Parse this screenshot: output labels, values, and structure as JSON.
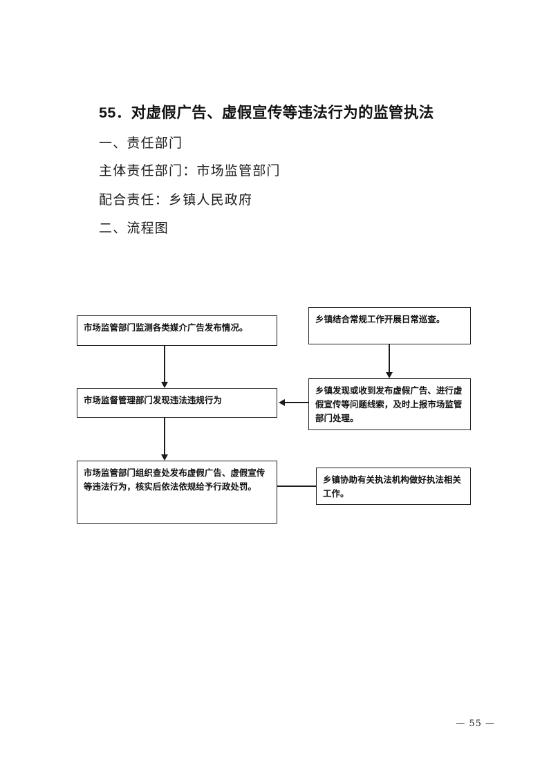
{
  "document": {
    "title": "55．对虚假广告、虚假宣传等违法行为的监管执法",
    "sections": [
      {
        "label": "一、责任部门"
      },
      {
        "label": "主体责任部门：市场监管部门"
      },
      {
        "label": "配合责任：乡镇人民政府"
      },
      {
        "label": "二、流程图"
      }
    ],
    "page_number": "— 55 —"
  },
  "flowchart": {
    "nodes": [
      {
        "id": "monitor",
        "text": "市场监管部门监测各类媒介广告发布情况。",
        "column": "left"
      },
      {
        "id": "patrol",
        "text": "乡镇结合常规工作开展日常巡查。",
        "column": "right"
      },
      {
        "id": "discover",
        "text": "市场监督管理部门发现违法违规行为",
        "column": "left"
      },
      {
        "id": "report",
        "text": "乡镇发现或收到发布虚假广告、进行虚假宣传等问题线索，及时上报市场监管部门处理。",
        "column": "right"
      },
      {
        "id": "penalty",
        "text": "市场监管部门组织查处发布虚假广告、虚假宣传等违法行为，核实后依法依规给予行政处罚。",
        "column": "left"
      },
      {
        "id": "assist",
        "text": "乡镇协助有关执法机构做好执法相关工作。",
        "column": "right"
      }
    ],
    "connectors": [
      {
        "id": "monitor-to-discover",
        "from": "monitor",
        "to": "discover",
        "direction": "down",
        "arrow": true
      },
      {
        "id": "discover-to-penalty",
        "from": "discover",
        "to": "penalty",
        "direction": "down",
        "arrow": true
      },
      {
        "id": "patrol-to-report",
        "from": "patrol",
        "to": "report",
        "direction": "down",
        "arrow": true
      },
      {
        "id": "report-to-discover",
        "from": "report",
        "to": "discover",
        "direction": "left",
        "arrow": true
      },
      {
        "id": "penalty-to-assist",
        "from": "penalty",
        "to": "assist",
        "direction": "horizontal",
        "arrow": false
      }
    ],
    "border_color": "#1b1b1b"
  }
}
